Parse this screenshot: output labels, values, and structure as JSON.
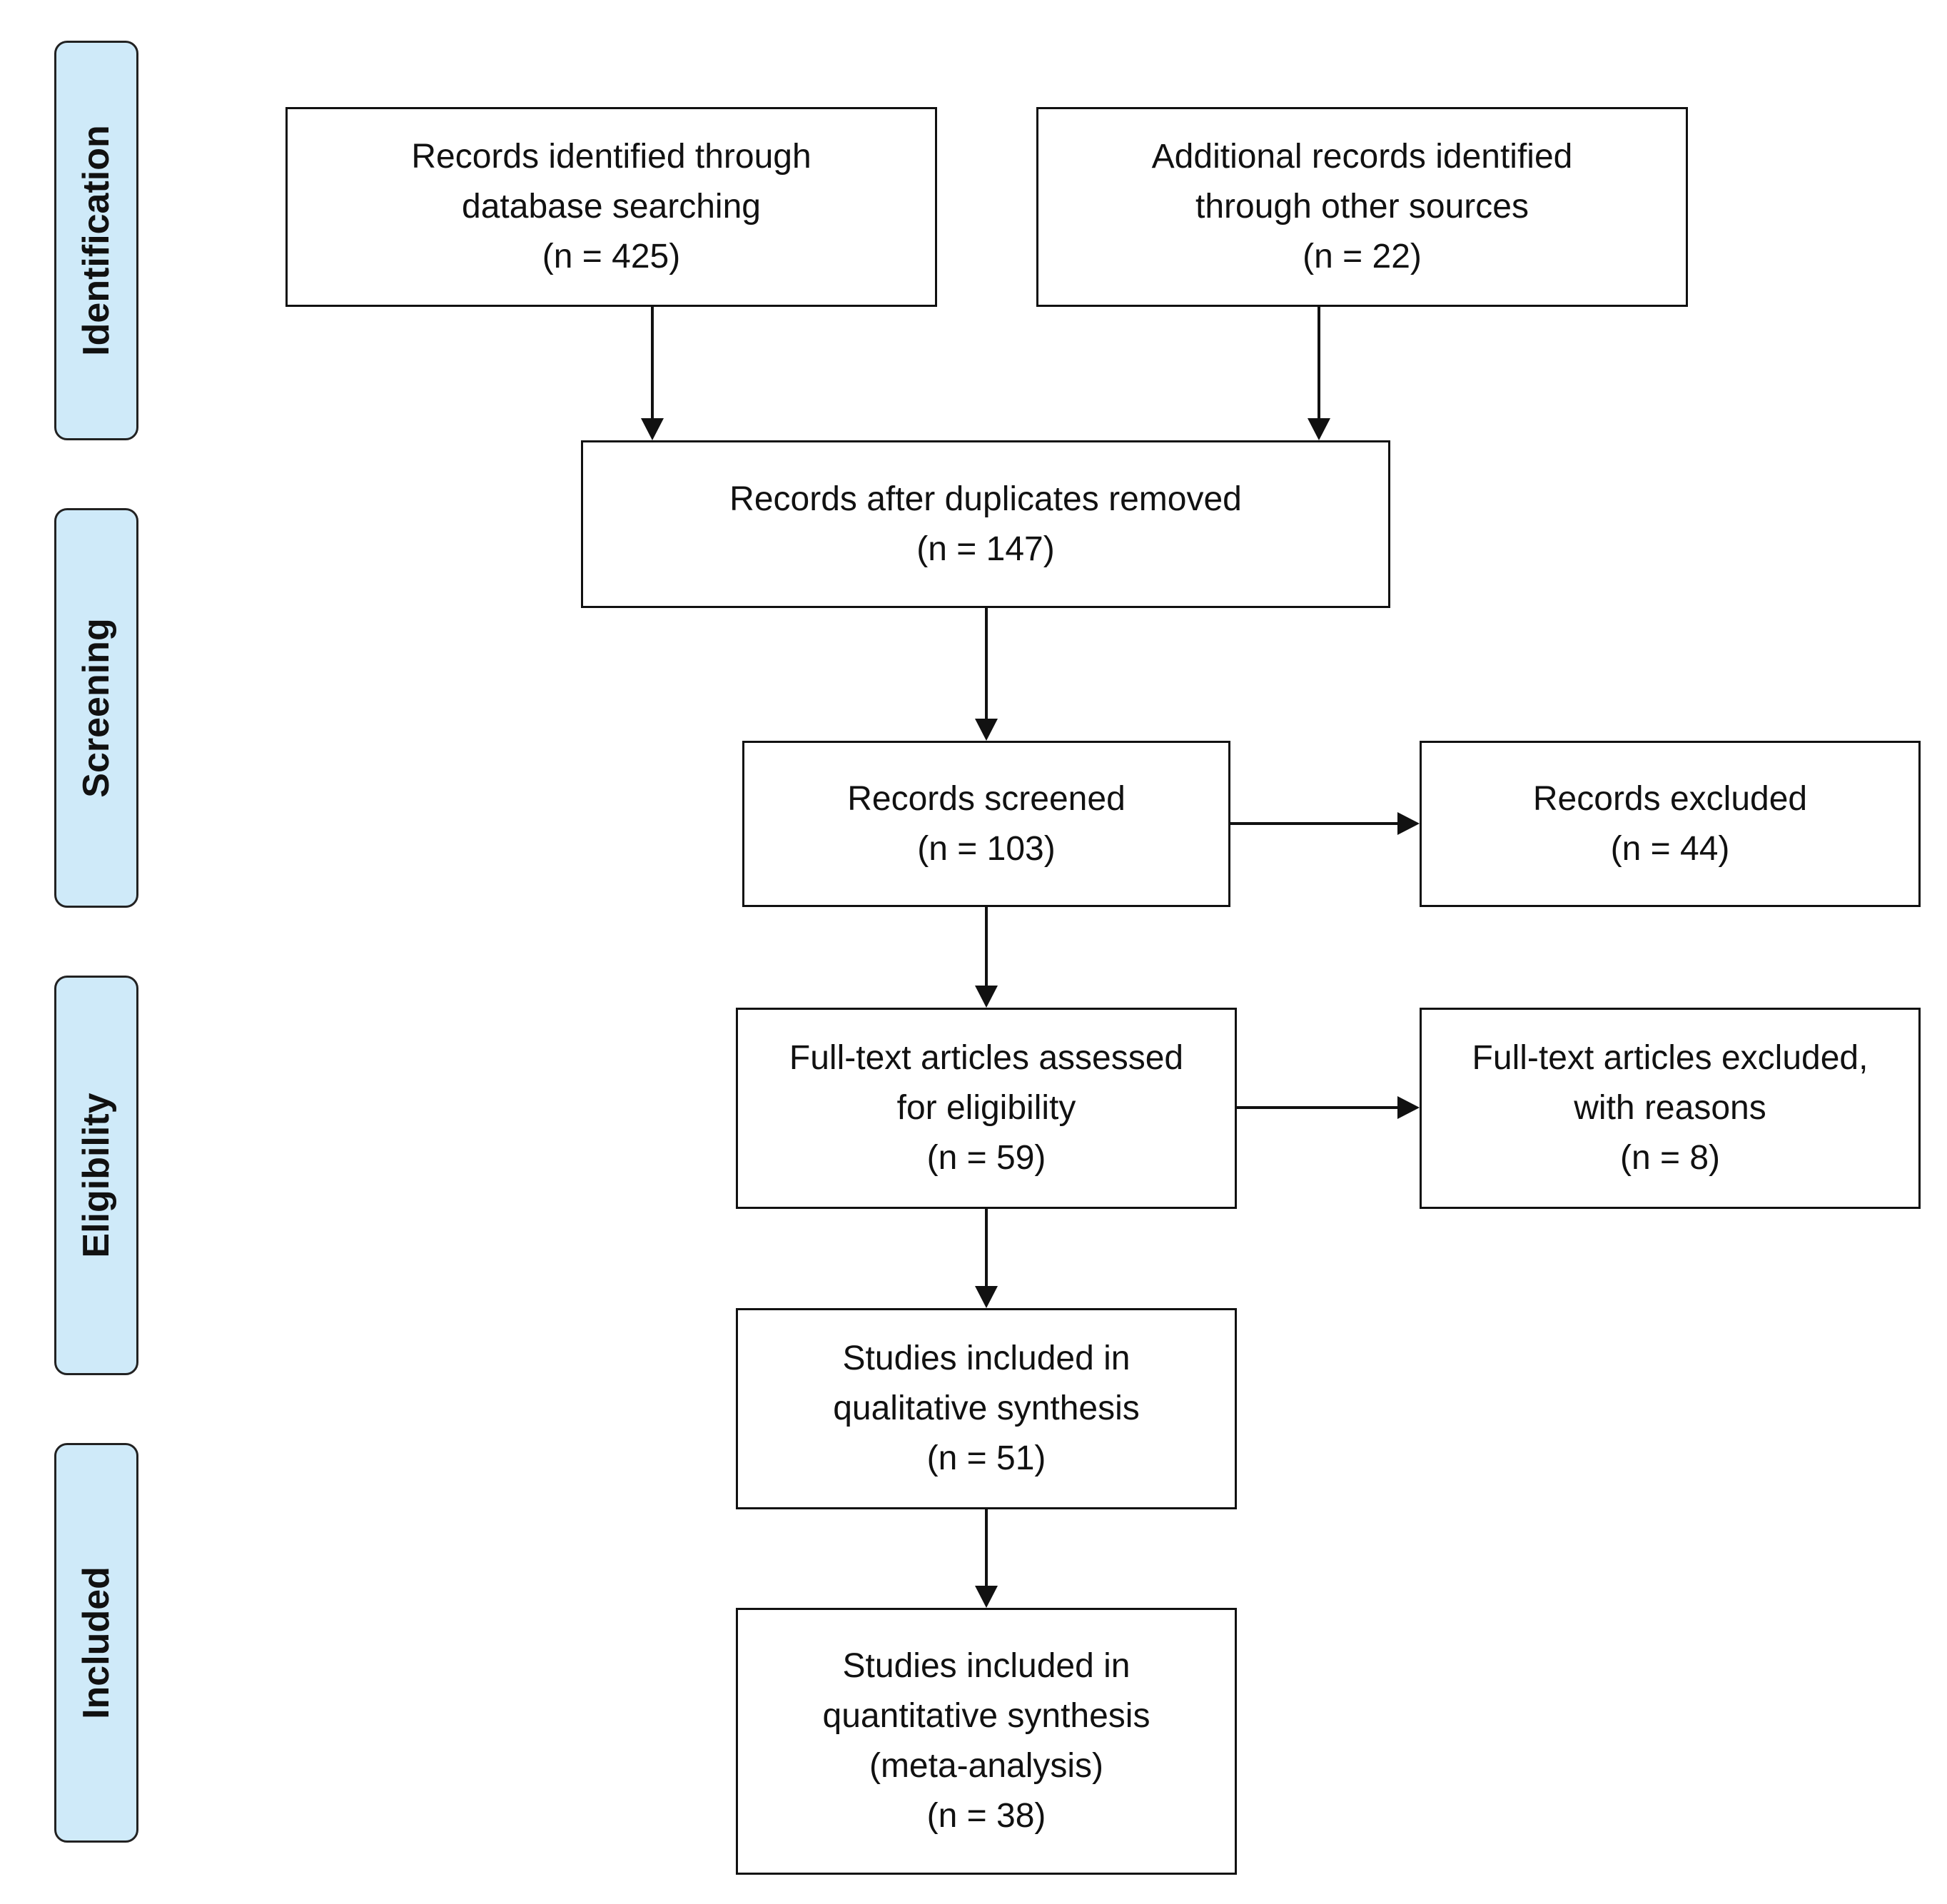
{
  "phases": {
    "identification": "Identification",
    "screening": "Screening",
    "eligibility": "Eligibility",
    "included": "Included"
  },
  "boxes": {
    "database_records": "Records identified through\ndatabase searching\n(n =  425)",
    "other_sources": "Additional records identified\nthrough other sources\n(n = 22)",
    "duplicates_removed": "Records after duplicates removed\n(n =  147)",
    "records_screened": "Records screened\n(n = 103)",
    "records_excluded": "Records excluded\n(n = 44)",
    "fulltext_assessed": "Full-text articles assessed\nfor eligibility\n(n =  59)",
    "fulltext_excluded": "Full-text articles excluded,\nwith reasons\n(n =  8)",
    "qualitative": "Studies included in\nqualitative synthesis\n(n = 51)",
    "quantitative": "Studies included in\nquantitative synthesis\n(meta-analysis)\n(n = 38)"
  },
  "colors": {
    "phase_fill": "#cfeaf9",
    "line": "#111111"
  }
}
